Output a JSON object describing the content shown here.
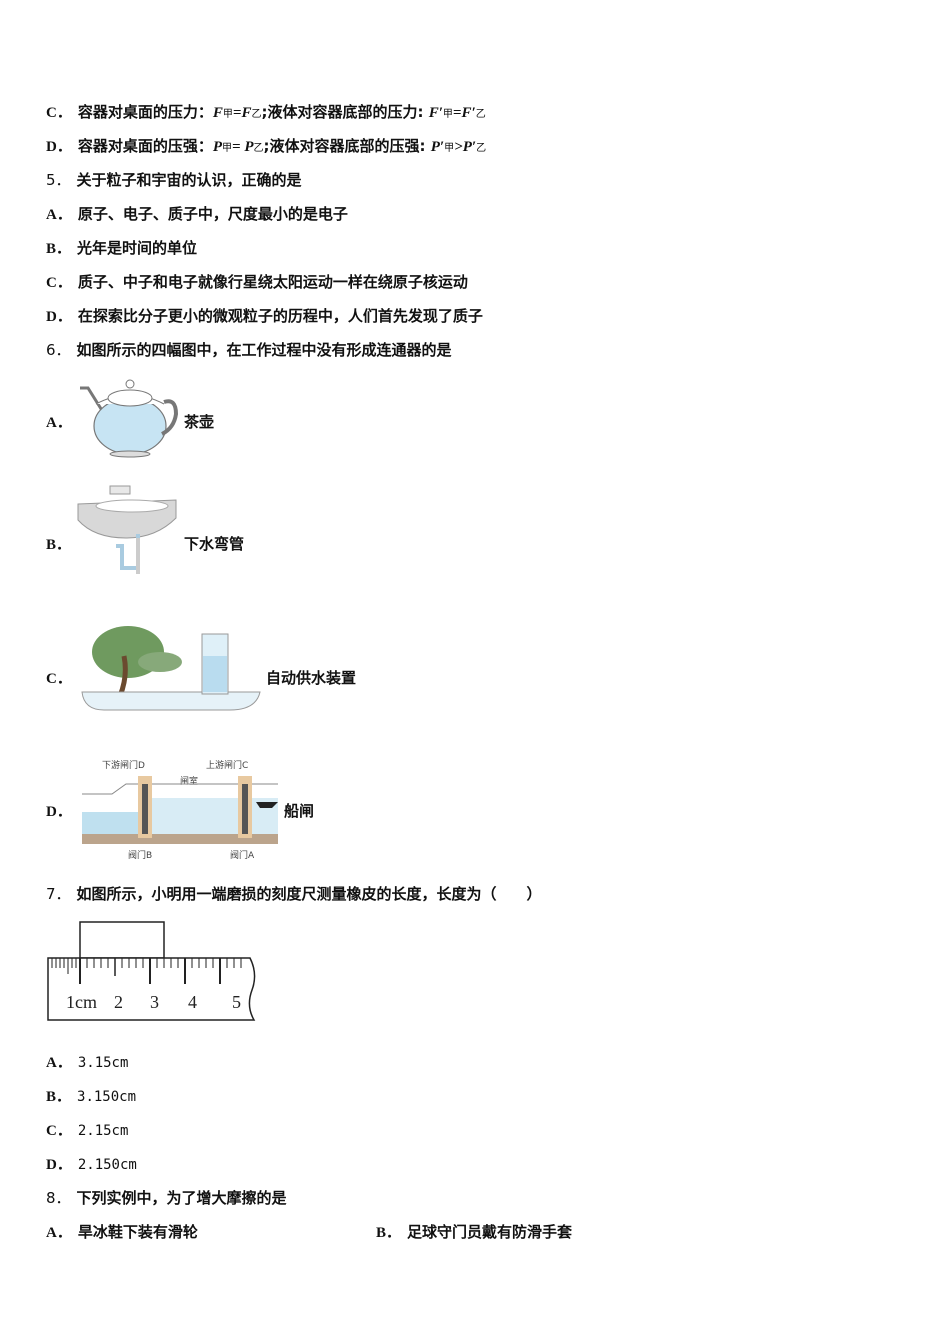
{
  "q4": {
    "C": {
      "label": "C．",
      "text1": "容器对桌面的压力：",
      "f1": "F",
      "s1": "甲",
      "eq1": "=",
      "f2": "F",
      "s2": "乙",
      "text2": ";液体对容器底部的压力: ",
      "f3": "F′",
      "s3": "甲",
      "eq2": "=",
      "f4": "F′",
      "s4": "乙"
    },
    "D": {
      "label": "D．",
      "text1": "容器对桌面的压强：",
      "f1": "P",
      "s1": "甲",
      "eq1": "= ",
      "f2": "P",
      "s2": "乙",
      "text2": ";液体对容器底部的压强: ",
      "f3": "P′",
      "s3": "甲",
      "eq2": ">",
      "f4": "P′",
      "s4": "乙"
    }
  },
  "q5": {
    "number": "5．",
    "stem": "关于粒子和宇宙的认识，正确的是",
    "options": [
      {
        "label": "A．",
        "text": "原子、电子、质子中，尺度最小的是电子"
      },
      {
        "label": "B．",
        "text": "光年是时间的单位"
      },
      {
        "label": "C．",
        "text": "质子、中子和电子就像行星绕太阳运动一样在绕原子核运动"
      },
      {
        "label": "D．",
        "text": "在探索比分子更小的微观粒子的历程中，人们首先发现了质子"
      }
    ]
  },
  "q6": {
    "number": "6．",
    "stem": "如图所示的四幅图中，在工作过程中没有形成连通器的是",
    "options": [
      {
        "label": "A．",
        "caption": "茶壶",
        "icon": "teapot-illustration"
      },
      {
        "label": "B．",
        "caption": "下水弯管",
        "icon": "sink-drain-illustration"
      },
      {
        "label": "C．",
        "caption": "自动供水装置",
        "icon": "bonsai-water-supply-illustration"
      },
      {
        "label": "D．",
        "caption": "船闸",
        "icon": "ship-lock-illustration"
      }
    ],
    "lock_labels": {
      "gate_d": "下游闸门D",
      "gate_c": "上游闸门C",
      "chamber": "闸室",
      "valve_b": "阀门B",
      "valve_a": "阀门A"
    }
  },
  "q7": {
    "number": "7．",
    "stem": "如图所示，小明用一端磨损的刻度尺测量橡皮的长度，长度为（　　）",
    "ruler_labels": [
      "1cm",
      "2",
      "3",
      "4",
      "5"
    ],
    "options": [
      {
        "label": "A．",
        "text": "3.15cm"
      },
      {
        "label": "B．",
        "text": "3.150cm"
      },
      {
        "label": "C．",
        "text": "2.15cm"
      },
      {
        "label": "D．",
        "text": "2.150cm"
      }
    ]
  },
  "q8": {
    "number": "8．",
    "stem": "下列实例中，为了增大摩擦的是",
    "options": [
      {
        "label": "A．",
        "text": "旱冰鞋下装有滑轮"
      },
      {
        "label": "B．",
        "text": "足球守门员戴有防滑手套"
      }
    ]
  }
}
